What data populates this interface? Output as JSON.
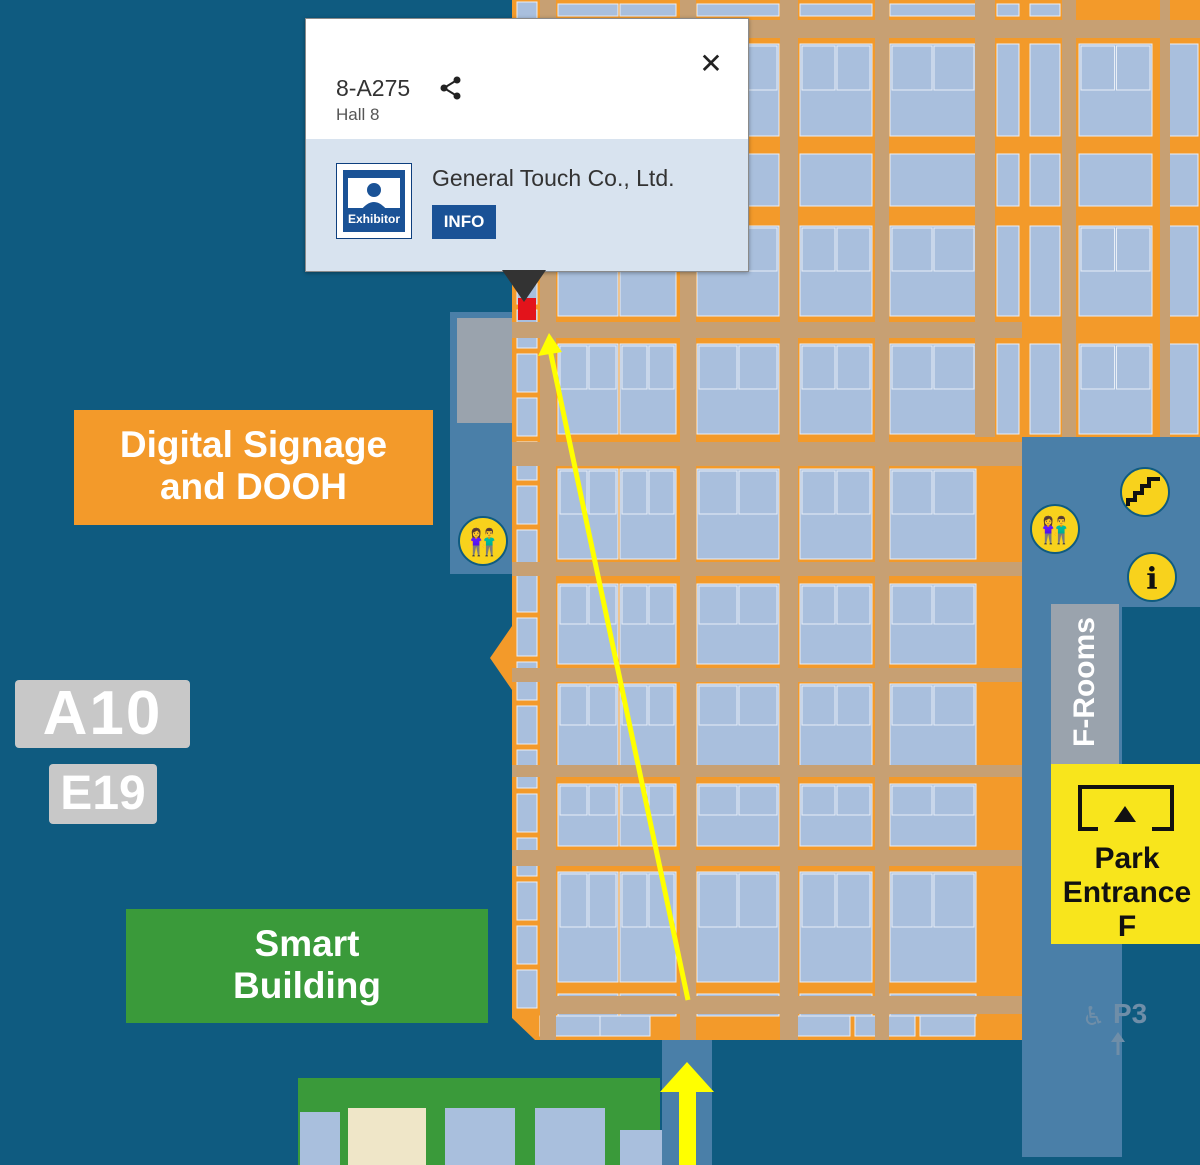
{
  "popup": {
    "booth_id": "8-A275",
    "hall": "Hall 8",
    "exhibitor_name": "General Touch Co., Ltd.",
    "info_label": "INFO",
    "logo_label": "Exhibitor",
    "close_icon": "close-icon",
    "share_icon": "share-icon"
  },
  "areas": {
    "digital_signage_line1": "Digital Signage",
    "digital_signage_line2": "and DOOH",
    "smart_building_line1": "Smart",
    "smart_building_line2": "Building",
    "f_rooms": "F-Rooms",
    "park_line1": "Park",
    "park_line2": "Entrance",
    "park_line3": "F",
    "hall_code": "A10",
    "hall_code2": "E19",
    "parking_label": "P3"
  },
  "colors": {
    "water": "#0f5b80",
    "hall_floor": "#f39a2a",
    "booth": "#a9bfdd",
    "aisle": "#c7a073",
    "route": "#ffff00",
    "digital_signage": "#f39a2a",
    "smart_building": "#3a9a3a",
    "park_entrance": "#f8e51c",
    "selected_booth": "#e3131b"
  },
  "icons": [
    "restroom-icon",
    "restroom-icon",
    "stairs-icon",
    "info-icon",
    "park-entrance-icon",
    "accessible-parking-icon"
  ]
}
